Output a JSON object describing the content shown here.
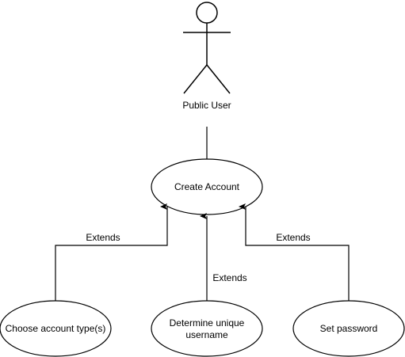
{
  "actor": {
    "label": "Public User"
  },
  "use_cases": {
    "main": {
      "label": "Create Account"
    },
    "account_type": {
      "label": "Choose account type(s)"
    },
    "username": {
      "label_line1": "Determine unique",
      "label_line2": "username"
    },
    "password": {
      "label": "Set password"
    }
  },
  "relations": {
    "left": {
      "label": "Extends"
    },
    "middle": {
      "label": "Extends"
    },
    "right": {
      "label": "Extends"
    }
  },
  "colors": {
    "stroke": "#000000",
    "fill": "#ffffff",
    "text": "#000000"
  }
}
